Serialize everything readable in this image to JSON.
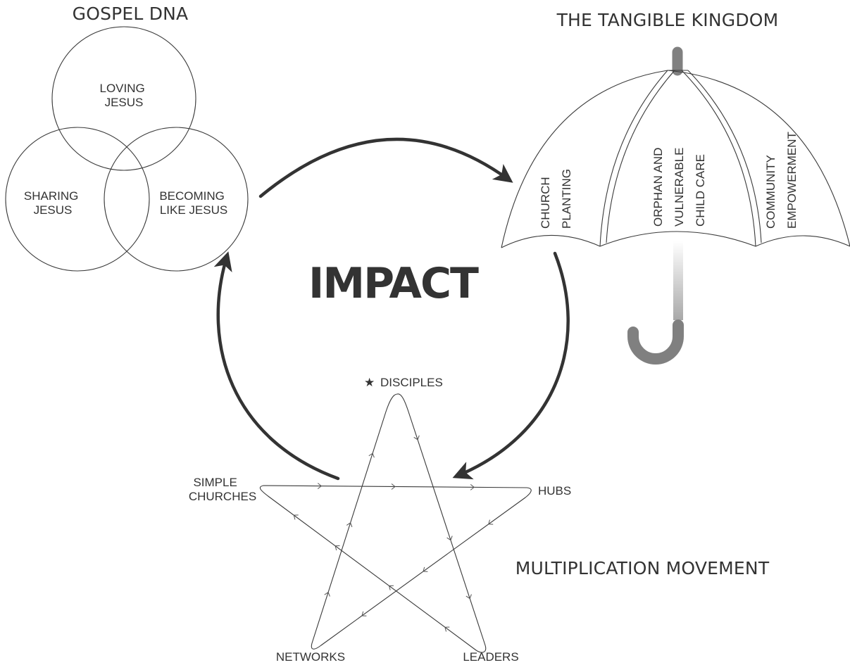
{
  "titles": {
    "gospel_dna": "GOSPEL DNA",
    "tangible_kingdom": "THE TANGIBLE KINGDOM",
    "impact": "IMPACT",
    "multiplication": "MULTIPLICATION MOVEMENT"
  },
  "venn": {
    "top": [
      "LOVING",
      "JESUS"
    ],
    "left": [
      "SHARING",
      "JESUS"
    ],
    "right": [
      "BECOMING",
      "LIKE JESUS"
    ]
  },
  "umbrella": {
    "panel1": [
      "CHURCH",
      "PLANTING"
    ],
    "panel2": [
      "ORPHAN AND",
      "VULNERABLE",
      "CHILD CARE"
    ],
    "panel3": [
      "COMMUNITY",
      "EMPOWERMENT"
    ]
  },
  "star": {
    "top": "DISCIPLES",
    "top_icon": "star-icon",
    "left": [
      "SIMPLE",
      "CHURCHES"
    ],
    "right": "HUBS",
    "bottom_left": "NETWORKS",
    "bottom_right": "LEADERS"
  },
  "colors": {
    "stroke": "#333333",
    "umbrella_handle": "#808080"
  }
}
